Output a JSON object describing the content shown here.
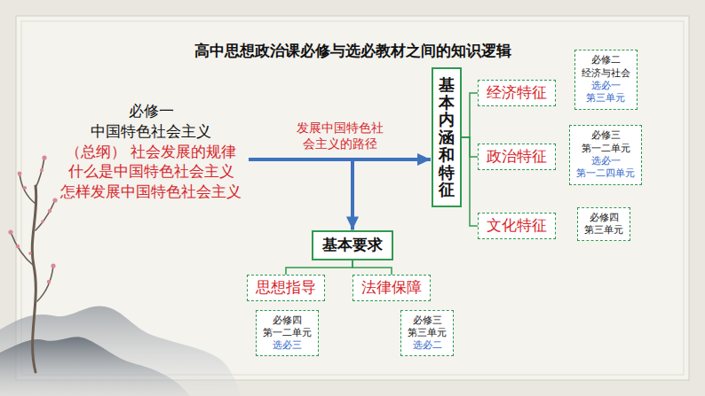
{
  "diagram": {
    "title": "高中思想政治课必修与选必教材之间的知识逻辑",
    "nodes": [
      {
        "text": [
          "必修一 中国特色社会主义",
          "（总纲） 社会发展的规律 什么是中国特色社会主义 怎样发展中国特色社会主义"
        ]
      },
      {
        "text": [
          "基本内涵和特征"
        ]
      },
      {
        "text": [
          "经济特征"
        ]
      },
      {
        "text": [
          "政治特征"
        ]
      },
      {
        "text": [
          "文化特征"
        ]
      },
      {
        "text": [
          "必修二 经济与社会",
          "选必一 第三单元"
        ]
      },
      {
        "text": [
          "必修三 第一二单元",
          "选必一 第一二四单元"
        ]
      },
      {
        "text": [
          "必修四 第三单元"
        ]
      },
      {
        "text": [
          "基本要求"
        ]
      },
      {
        "text": [
          "思想指导"
        ]
      },
      {
        "text": [
          "法律保障"
        ]
      },
      {
        "text": [
          "必修四 第一二单元",
          "选必三"
        ]
      },
      {
        "text": [
          "必修三 第三单元",
          "选必二"
        ]
      }
    ],
    "edges": [
      {
        "from": 0,
        "to": 1,
        "arrow": "to",
        "label": "发展中国特色社会主义的路径"
      },
      {
        "from": 0,
        "to": 8,
        "arrow": "to"
      },
      {
        "from": 1,
        "to": 2,
        "arrow": "none"
      },
      {
        "from": 1,
        "to": 3,
        "arrow": "none"
      },
      {
        "from": 1,
        "to": 4,
        "arrow": "none"
      },
      {
        "from": 8,
        "to": 9,
        "arrow": "none"
      },
      {
        "from": 8,
        "to": 10,
        "arrow": "none"
      }
    ]
  }
}
